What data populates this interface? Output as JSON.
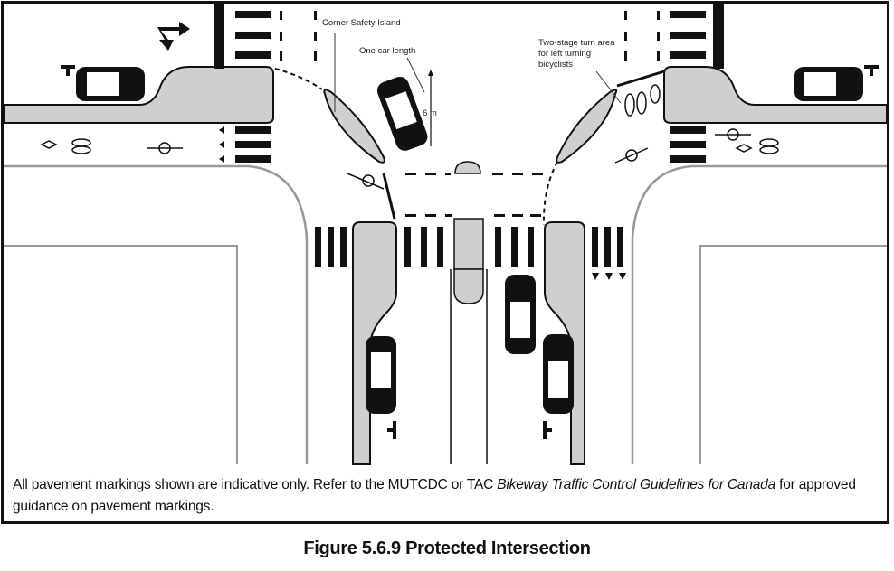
{
  "figure": {
    "caption": "Figure 5.6.9 Protected Intersection",
    "note_prefix": "All pavement markings shown are indicative only. Refer to the MUTCDC or TAC ",
    "note_italic": "Bikeway Traffic Control Guidelines for Canada",
    "note_suffix": " for approved guidance on pavement markings."
  },
  "annotations": {
    "corner_island": "Corner Safety Island",
    "car_length": "One car length",
    "distance": "6 m",
    "two_stage_line1": "Two-stage turn area",
    "two_stage_line2": "for left turning",
    "two_stage_line3": "bicyclists"
  },
  "colors": {
    "island_fill": "#cfcfcf",
    "marking": "#111111",
    "curb_line": "#999999"
  }
}
